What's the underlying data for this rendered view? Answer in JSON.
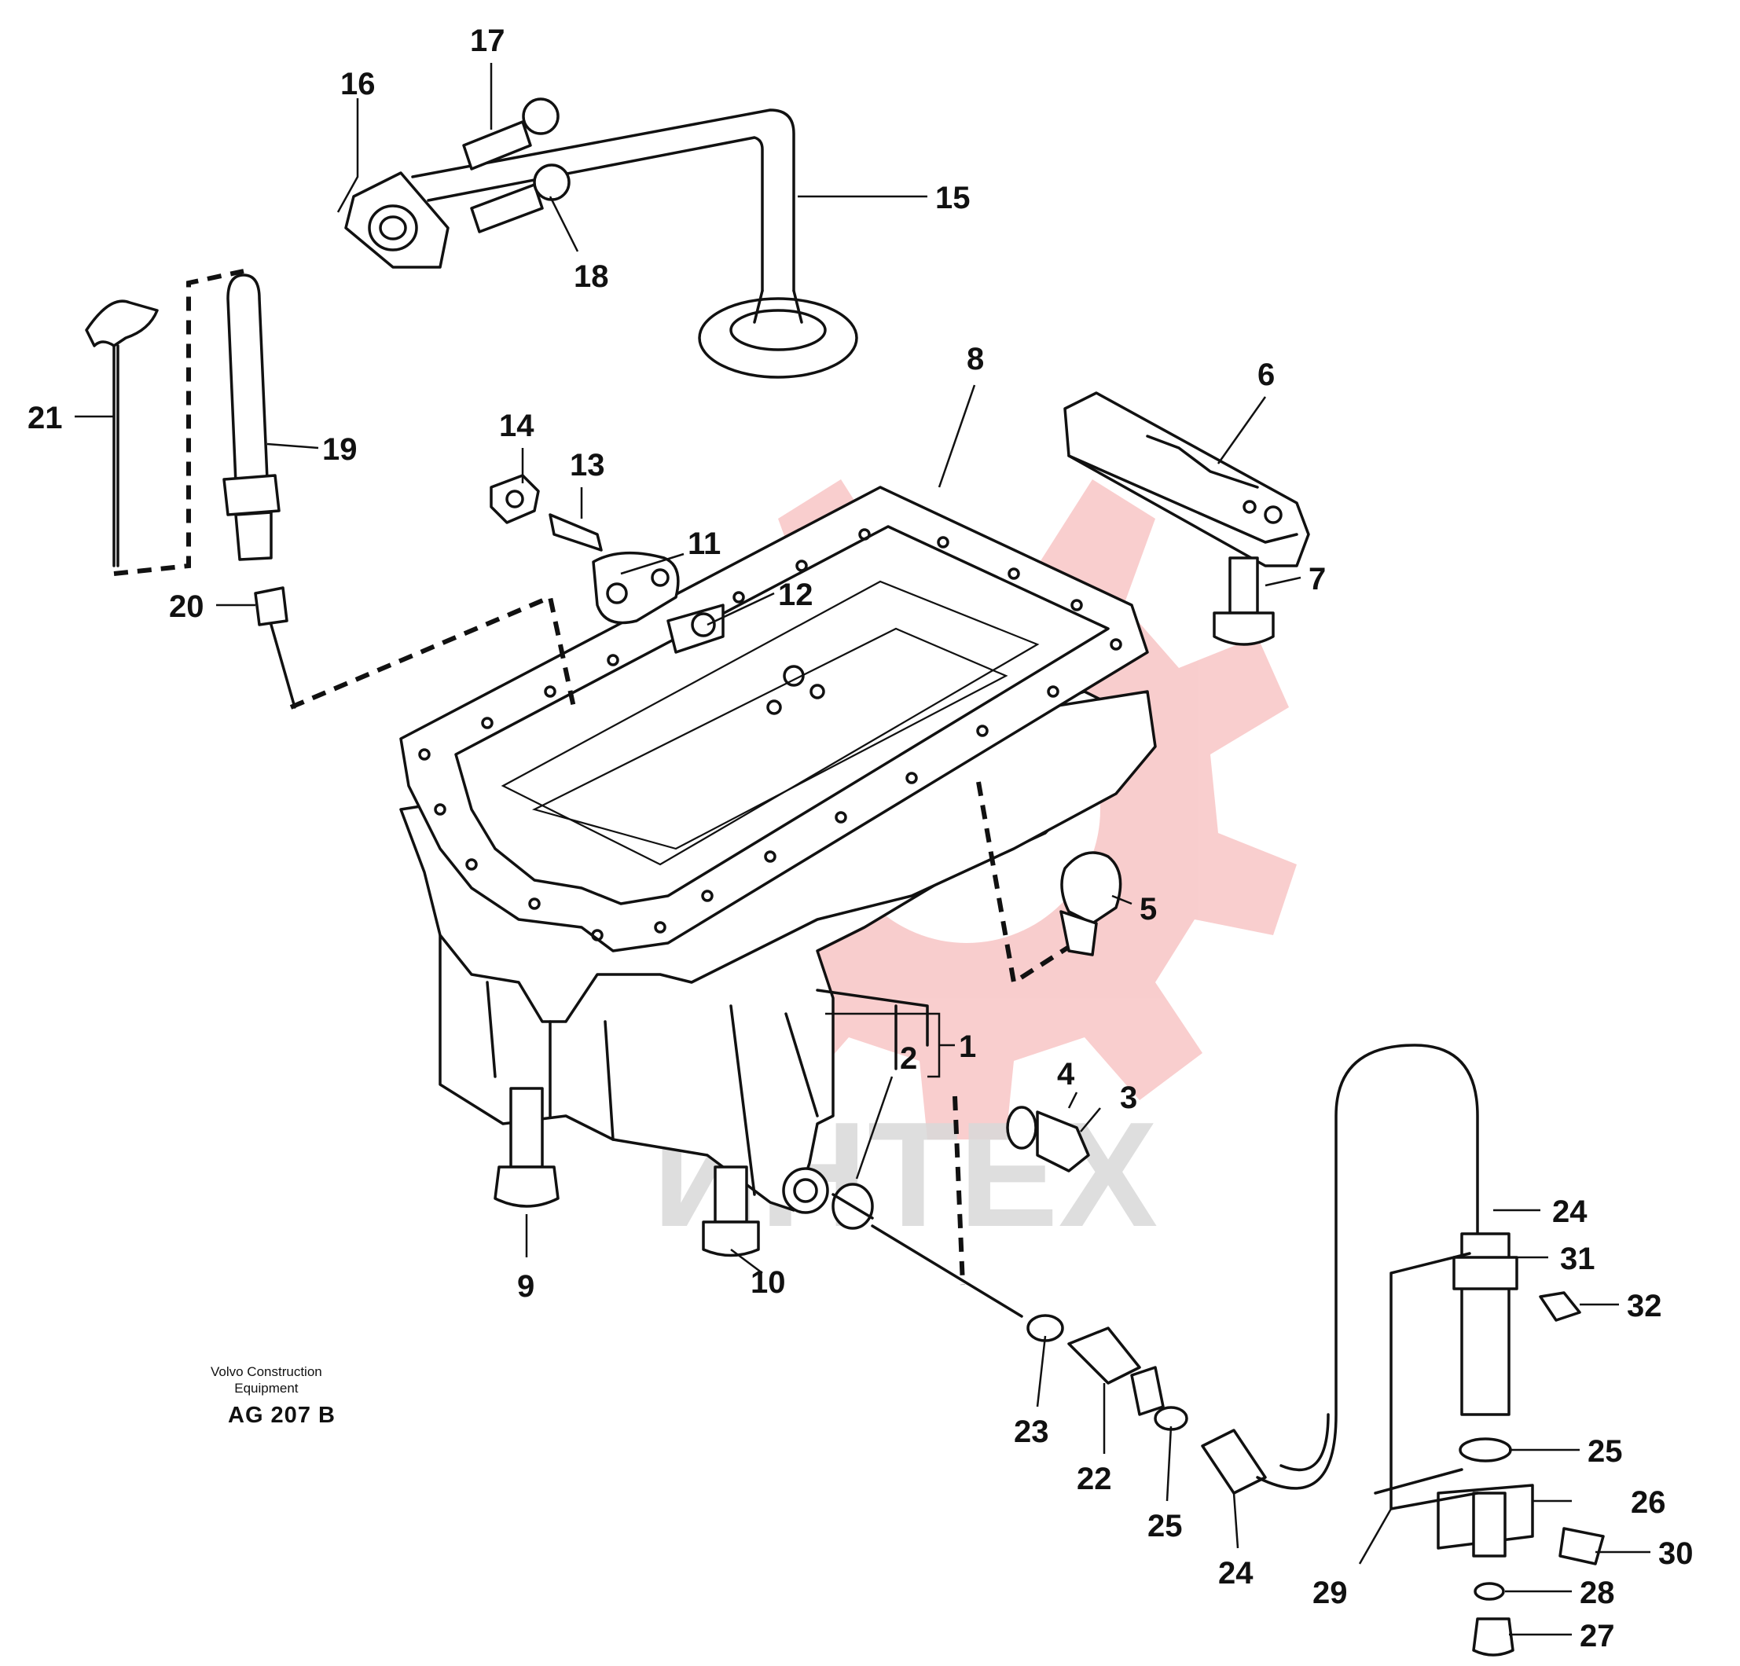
{
  "diagram": {
    "callouts": [
      "17",
      "16",
      "15",
      "18",
      "21",
      "19",
      "20",
      "14",
      "13",
      "11",
      "12",
      "8",
      "6",
      "7",
      "5",
      "1",
      "2",
      "4",
      "3",
      "9",
      "10",
      "24",
      "31",
      "32",
      "23",
      "22",
      "25",
      "25",
      "24",
      "26",
      "30",
      "28",
      "29",
      "27"
    ]
  },
  "credit": {
    "line1": "Volvo Construction",
    "line2": "Equipment",
    "code": "AG 207 B"
  },
  "watermark": {
    "text": "ИНТЕХ",
    "logo_color": "#f5b0b0",
    "text_color": "#d8d8d8"
  }
}
